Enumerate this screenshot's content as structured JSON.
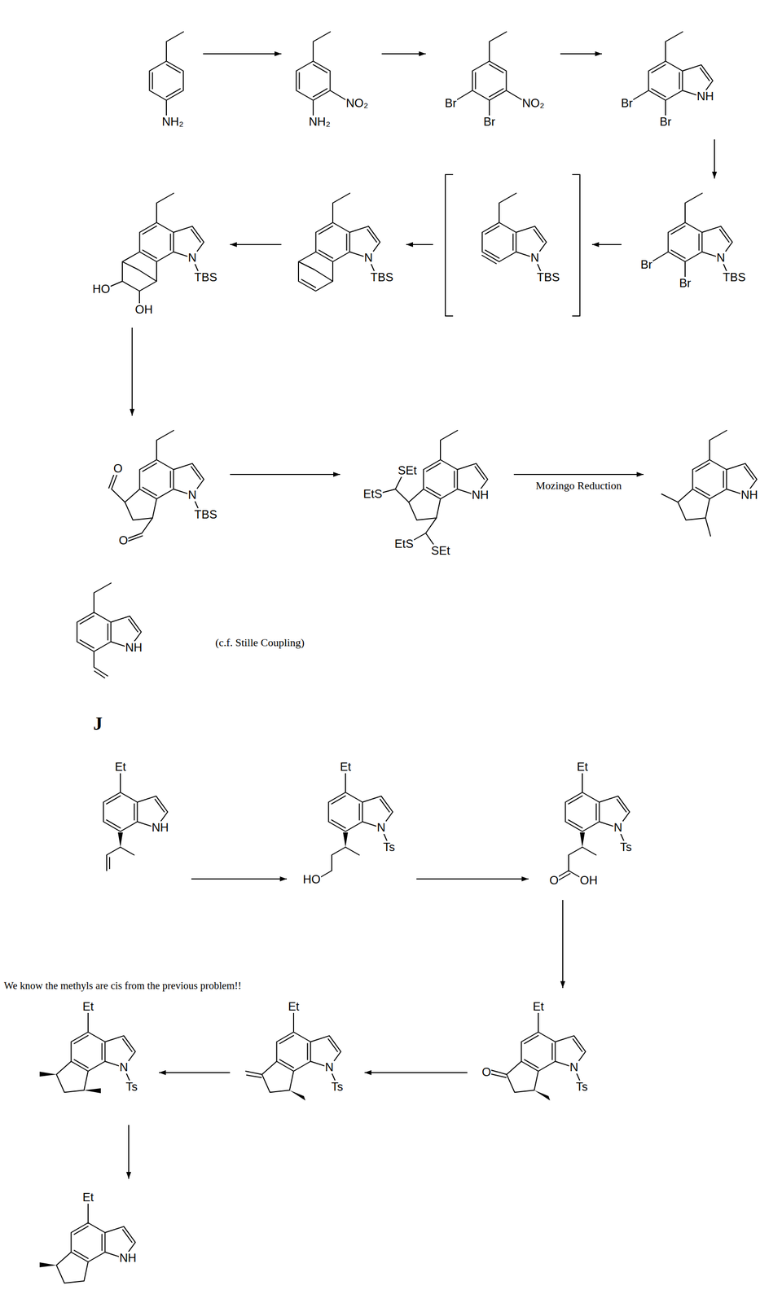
{
  "diagram": {
    "nodes": [
      {
        "text": [
          "NH₂"
        ]
      },
      {
        "text": [
          "NH₂",
          "NO₂"
        ]
      },
      {
        "text": [
          "Br",
          "Br",
          "NO₂"
        ]
      },
      {
        "text": [
          "Br",
          "Br",
          "NH"
        ]
      },
      {
        "text": [
          "Br",
          "Br",
          "N",
          "TBS"
        ]
      },
      {
        "text": [
          "N",
          "TBS"
        ]
      },
      {
        "text": [
          "N",
          "TBS"
        ]
      },
      {
        "text": [
          "HO",
          "OH",
          "N",
          "TBS"
        ]
      },
      {
        "text": [
          "O",
          "O",
          "N",
          "TBS"
        ]
      },
      {
        "text": [
          "SEt",
          "EtS",
          "SEt",
          "EtS",
          "NH"
        ]
      },
      {
        "text": [
          "NH"
        ]
      },
      {
        "text": [
          "NH"
        ]
      },
      {
        "text": [
          "Et",
          "NH"
        ]
      },
      {
        "text": [
          "Et",
          "N",
          "Ts",
          "HO"
        ]
      },
      {
        "text": [
          "Et",
          "N",
          "Ts",
          "O",
          "OH"
        ]
      },
      {
        "text": [
          "Et",
          "O",
          "N",
          "Ts"
        ]
      },
      {
        "text": [
          "Et",
          "N",
          "Ts"
        ]
      },
      {
        "text": [
          "Et",
          "N",
          "Ts"
        ]
      },
      {
        "text": [
          "Et",
          "NH"
        ]
      }
    ],
    "edges": [
      {
        "from": 0,
        "to": 1,
        "arrow": "to"
      },
      {
        "from": 1,
        "to": 2,
        "arrow": "to"
      },
      {
        "from": 2,
        "to": 3,
        "arrow": "to"
      },
      {
        "from": 3,
        "to": 4,
        "arrow": "to"
      },
      {
        "from": 4,
        "to": 5,
        "arrow": "to"
      },
      {
        "from": 5,
        "to": 6,
        "arrow": "to"
      },
      {
        "from": 6,
        "to": 7,
        "arrow": "to"
      },
      {
        "from": 7,
        "to": 8,
        "arrow": "to"
      },
      {
        "from": 8,
        "to": 9,
        "arrow": "to"
      },
      {
        "from": 9,
        "to": 10,
        "label": "Mozingo Reduction",
        "arrow": "to"
      },
      {
        "from": 12,
        "to": 13,
        "arrow": "to"
      },
      {
        "from": 13,
        "to": 14,
        "arrow": "to"
      },
      {
        "from": 14,
        "to": 15,
        "arrow": "to"
      },
      {
        "from": 15,
        "to": 16,
        "arrow": "to"
      },
      {
        "from": 16,
        "to": 17,
        "arrow": "to"
      },
      {
        "from": 17,
        "to": 18,
        "arrow": "to"
      }
    ],
    "labels": [
      "(c.f. Stille Coupling)",
      "J",
      "We know the methyls are cis from the previous problem!!"
    ]
  }
}
